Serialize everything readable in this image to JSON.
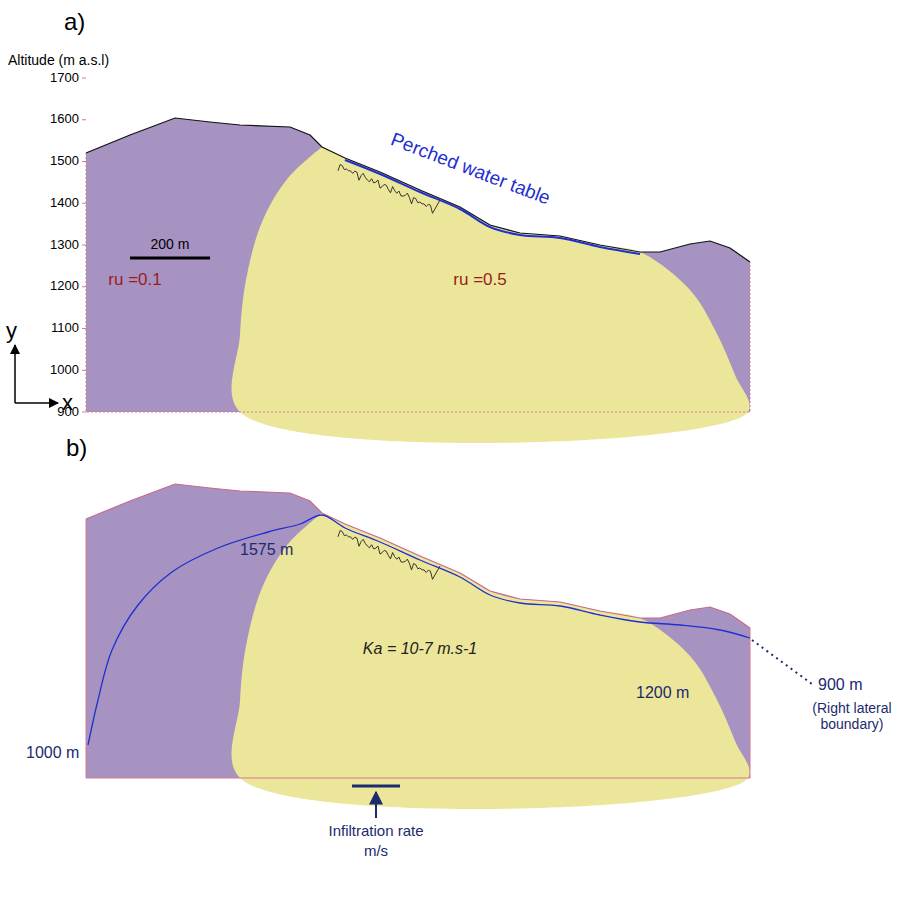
{
  "diagram": {
    "labels": [
      "a)",
      "Altitude (m a.s.l)",
      "1700",
      "1600",
      "1500",
      "1400",
      "1300",
      "1200",
      "1100",
      "1000",
      "900",
      "Perched water table",
      "ru =0.1",
      "ru =0.5",
      "200 m",
      "y",
      "x",
      "b)",
      "1575 m",
      "Ka = 10-7 m.s-1",
      "1200 m",
      "1000 m",
      "900 m",
      "(Right lateral boundary)",
      "Infiltration rate",
      "m/s"
    ]
  }
}
